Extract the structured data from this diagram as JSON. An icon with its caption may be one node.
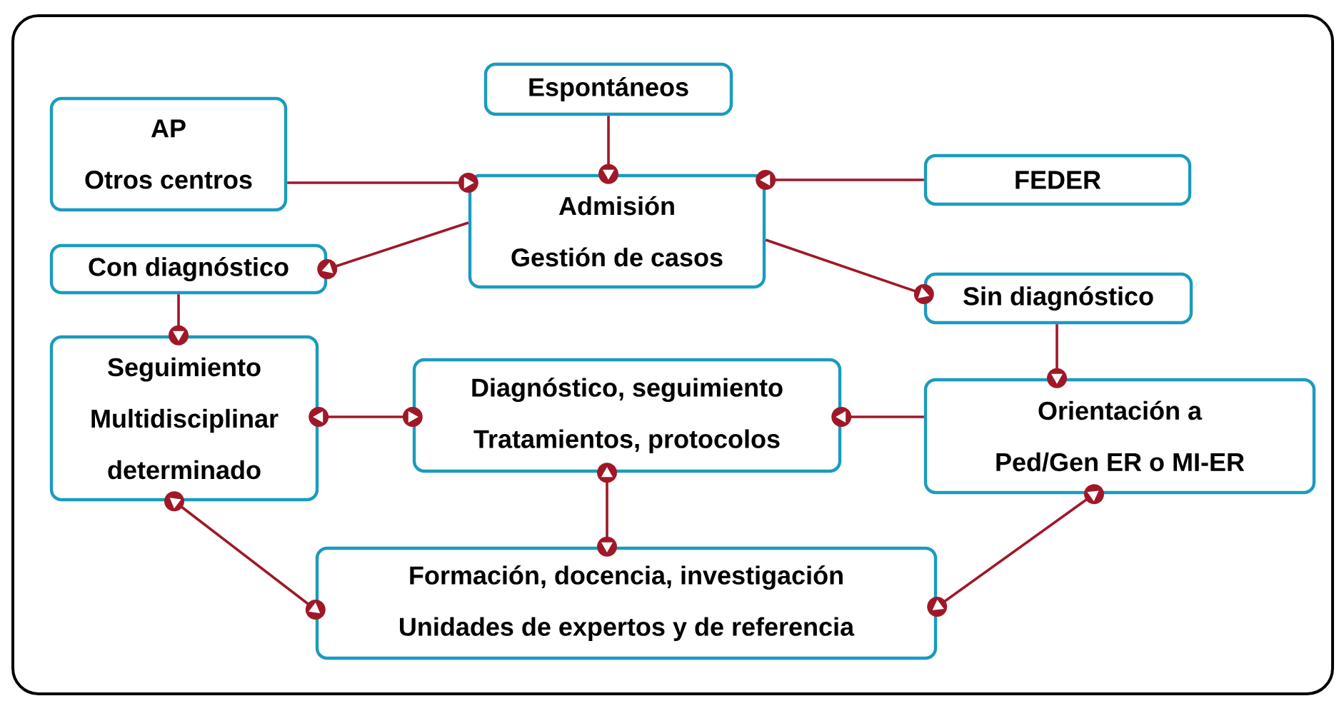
{
  "diagram": {
    "nodes": [
      {
        "text": [
          "AP",
          "Otros centros"
        ]
      },
      {
        "text": [
          "Espontáneos"
        ]
      },
      {
        "text": [
          "Admisión",
          "Gestión de casos"
        ]
      },
      {
        "text": [
          "FEDER"
        ]
      },
      {
        "text": [
          "Con diagnóstico"
        ]
      },
      {
        "text": [
          "Sin diagnóstico"
        ]
      },
      {
        "text": [
          "Seguimiento Multidisciplinar determinado"
        ]
      },
      {
        "text": [
          "Diagnóstico, seguimiento",
          "Tratamientos, protocolos"
        ]
      },
      {
        "text": [
          "Orientación a",
          "Ped/Gen ER o MI-ER"
        ]
      },
      {
        "text": [
          "Formación, docencia, investigación",
          "Unidades de expertos y de referencia"
        ]
      }
    ],
    "edges": [
      {
        "from": 0,
        "to": 2,
        "arrow": "to"
      },
      {
        "from": 1,
        "to": 2,
        "arrow": "to"
      },
      {
        "from": 3,
        "to": 2,
        "arrow": "to"
      },
      {
        "from": 2,
        "to": 4,
        "arrow": "to"
      },
      {
        "from": 2,
        "to": 5,
        "arrow": "to"
      },
      {
        "from": 4,
        "to": 6,
        "arrow": "to"
      },
      {
        "from": 5,
        "to": 8,
        "arrow": "to"
      },
      {
        "from": 6,
        "to": 7,
        "arrow": "both"
      },
      {
        "from": 8,
        "to": 7,
        "arrow": "to"
      },
      {
        "from": 7,
        "to": 9,
        "arrow": "both"
      },
      {
        "from": 6,
        "to": 9,
        "arrow": "both"
      },
      {
        "from": 8,
        "to": 9,
        "arrow": "both"
      }
    ]
  }
}
